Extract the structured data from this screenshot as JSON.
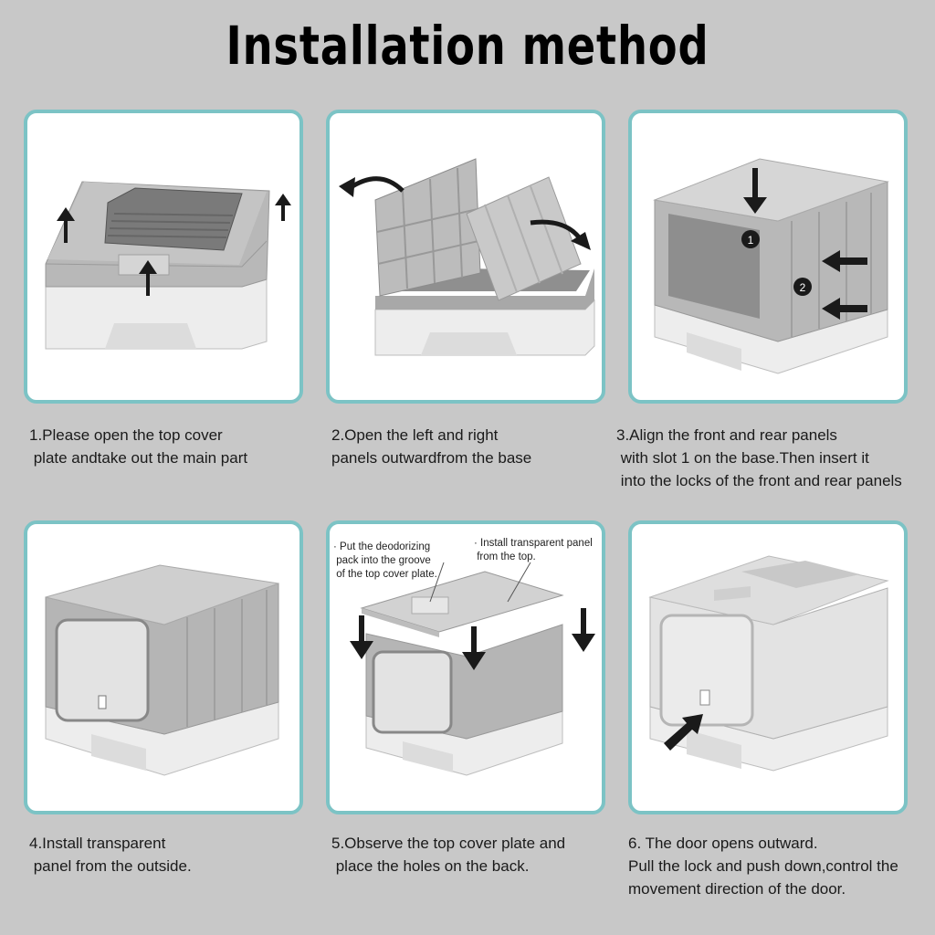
{
  "title": "Installation method",
  "steps": [
    {
      "caption": "1.Please open the top cover\n plate andtake out the main part"
    },
    {
      "caption": "2.Open the left and right\npanels outwardfrom the base"
    },
    {
      "caption": "3.Align the front and rear panels\n with slot 1 on the base.Then insert it\n into the locks of the front and rear panels",
      "marker1": "1",
      "marker2": "2"
    },
    {
      "caption": "4.Install transparent\n panel from the outside."
    },
    {
      "caption": "5.Observe the top cover plate and\n place the holes on the back.",
      "note_left": "· Put the deodorizing\n pack into the groove\n of the top cover plate.",
      "note_right": "· Install transparent panel\n from the top."
    },
    {
      "caption": "6. The door opens outward.\nPull the lock and push down,control the\nmovement direction of the door."
    }
  ],
  "colors": {
    "background": "#c8c8c8",
    "card_border": "#7cc3c5",
    "product_gray": "#a9a9a9",
    "base_white": "#eeeeee"
  },
  "icons": [
    "arrow-icon",
    "curved-arrow-icon"
  ]
}
